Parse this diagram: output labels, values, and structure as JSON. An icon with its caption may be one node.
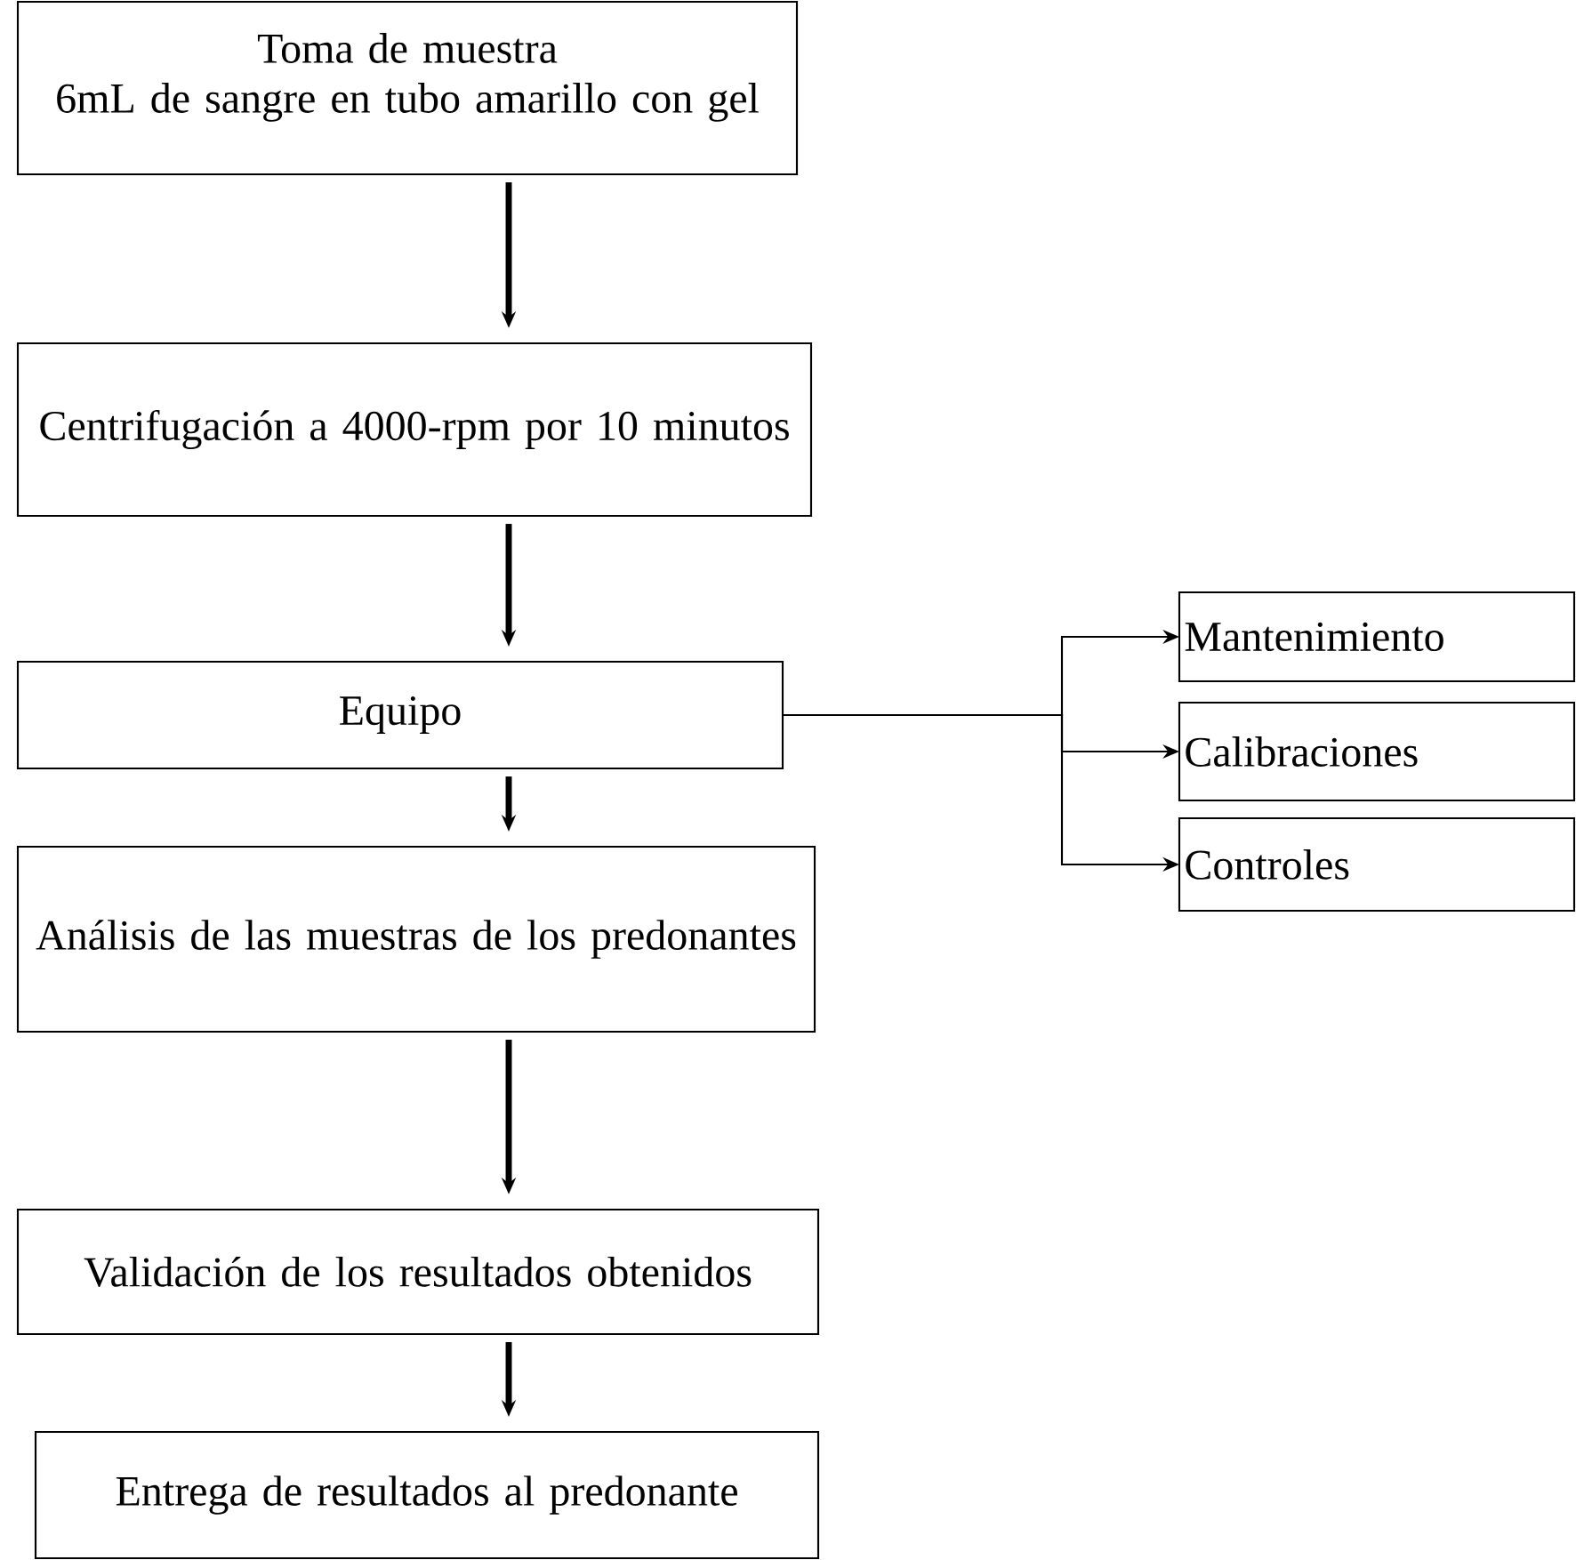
{
  "diagram": {
    "nodes": [
      {
        "text": [
          "Toma de muestra",
          "6mL de sangre en tubo amarillo con gel"
        ]
      },
      {
        "text": [
          "Centrifugación a 4000-rpm por 10 minutos"
        ]
      },
      {
        "text": [
          "Equipo"
        ]
      },
      {
        "text": [
          "Análisis de las muestras de los predonantes"
        ]
      },
      {
        "text": [
          "Validación de los resultados obtenidos"
        ]
      },
      {
        "text": [
          "Entrega de resultados al predonante"
        ]
      },
      {
        "text": [
          "Mantenimiento"
        ]
      },
      {
        "text": [
          "Calibraciones"
        ]
      },
      {
        "text": [
          "Controles"
        ]
      }
    ],
    "edges": [
      {
        "from": 0,
        "to": 1,
        "arrow": "to"
      },
      {
        "from": 1,
        "to": 2,
        "arrow": "to"
      },
      {
        "from": 2,
        "to": 3,
        "arrow": "to"
      },
      {
        "from": 3,
        "to": 4,
        "arrow": "to"
      },
      {
        "from": 4,
        "to": 5,
        "arrow": "to"
      },
      {
        "from": 2,
        "to": 6,
        "arrow": "to"
      },
      {
        "from": 2,
        "to": 7,
        "arrow": "to"
      },
      {
        "from": 2,
        "to": 8,
        "arrow": "to"
      }
    ]
  }
}
